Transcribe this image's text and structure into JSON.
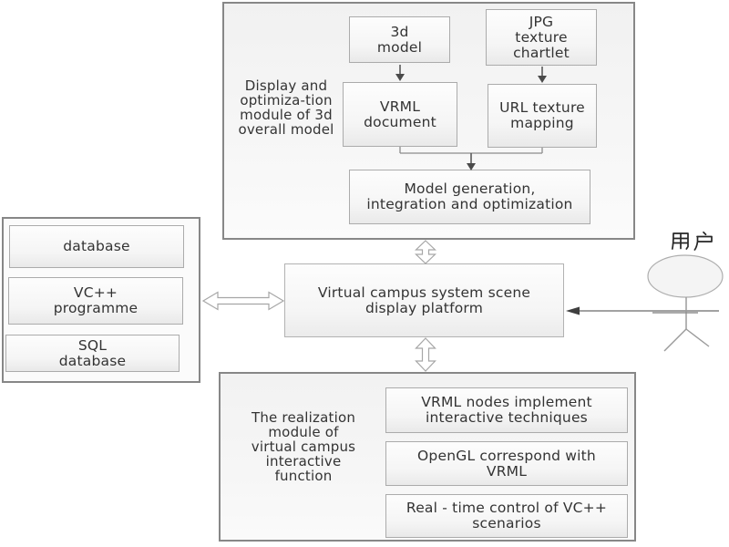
{
  "top_module": {
    "label": "Display and\noptimiza-tion\nmodule of 3d\noverall model",
    "boxes": {
      "model3d": "3d\nmodel",
      "jpg_texture": "JPG\ntexture\nchartlet",
      "vrml_document": "VRML\ndocument",
      "url_mapping": "URL texture\nmapping",
      "model_generation": "Model generation,\nintegration and optimization"
    }
  },
  "left_module": {
    "boxes": {
      "database": "database",
      "vcpp": "VC++\nprogramme",
      "sql": "SQL\ndatabase"
    }
  },
  "center": {
    "platform": "Virtual campus system scene\ndisplay platform"
  },
  "bottom_module": {
    "label": "The realization\nmodule of\nvirtual campus\ninteractive\nfunction",
    "boxes": {
      "vrml_nodes": "VRML nodes implement\ninteractive techniques",
      "opengl": "OpenGL correspond with\nVRML",
      "realtime": "Real - time control of VC++\nscenarios"
    }
  },
  "actor": {
    "label": "用户"
  },
  "colors": {
    "module_border": "#878787",
    "box_border": "#ababab",
    "text": "#333333",
    "arrow_dark": "#4a4a4a",
    "arrow_outline": "#a6a6a6",
    "box_fill_bottom": "#e9e9e9"
  }
}
